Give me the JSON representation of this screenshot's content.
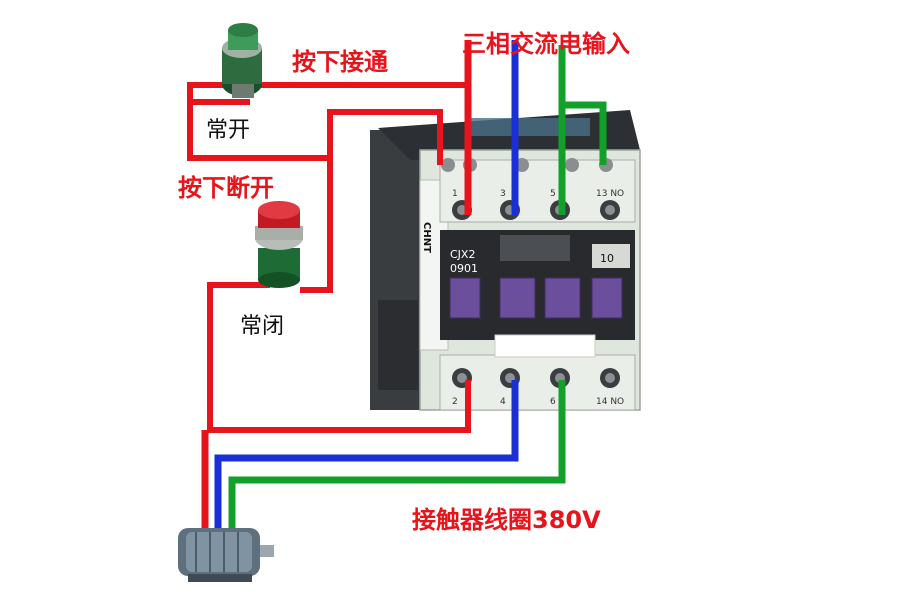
{
  "labels": {
    "push_to_connect": "按下接通",
    "three_phase_input": "三相交流电输入",
    "normally_open": "常开",
    "push_to_disconnect": "按下断开",
    "normally_closed": "常闭",
    "coil_voltage": "接触器线圈380V"
  },
  "contactor": {
    "brand": "CHNT",
    "model_line1": "CJX2",
    "model_line2": "0901",
    "aux_code": "10",
    "top_terminals": [
      "1",
      "3",
      "5",
      "13 NO"
    ],
    "bottom_terminals": [
      "2",
      "4",
      "6",
      "14 NO"
    ]
  },
  "colors": {
    "wire_red": "#e8141b",
    "wire_blue": "#1a2fd6",
    "wire_green": "#12a02a",
    "contactor_body": "#dfe6dd",
    "label_red": "#e8141b"
  },
  "icons": [
    "green-pushbutton-icon",
    "red-pushbutton-icon",
    "motor-icon",
    "contactor-icon"
  ]
}
